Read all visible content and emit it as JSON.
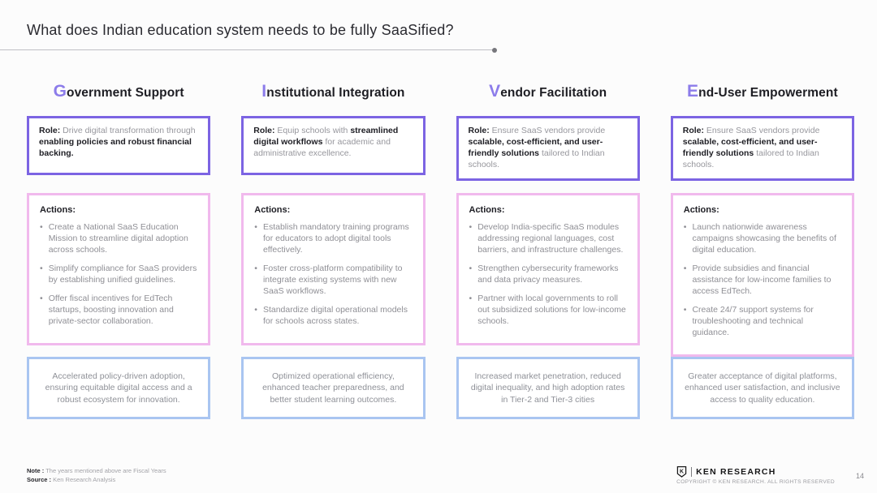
{
  "slide": {
    "title": "What does Indian education system needs to be fully SaaSified?",
    "page_number": "14"
  },
  "misc": {
    "bullet": "•"
  },
  "colors": {
    "accent_purple_border": "#7c64e3",
    "heading_letter_purple": "#8c7cea",
    "actions_pink_border": "#f1b9ed",
    "outcome_blue_border": "#a9c5f1"
  },
  "columns": [
    {
      "heading": {
        "first": "G",
        "rest": "overnment Support"
      },
      "role": {
        "label": "Role:",
        "lead": "Drive digital transformation through",
        "bold": "enabling policies and robust financial backing.",
        "tail": ""
      },
      "actions": {
        "label": "Actions:",
        "items": [
          "Create a National SaaS Education Mission to streamline digital adoption across schools.",
          "Simplify compliance for SaaS providers by establishing unified guidelines.",
          "Offer fiscal incentives for EdTech startups, boosting innovation and private-sector collaboration."
        ]
      },
      "outcome": "Accelerated policy-driven adoption, ensuring equitable digital access and a robust ecosystem for innovation."
    },
    {
      "heading": {
        "first": "I",
        "rest": "nstitutional Integration"
      },
      "role": {
        "label": "Role:",
        "lead": "Equip schools with",
        "bold": "streamlined digital workflows",
        "tail": "for academic and administrative excellence."
      },
      "actions": {
        "label": "Actions:",
        "items": [
          "Establish mandatory training programs for educators to adopt digital tools effectively.",
          "Foster cross-platform compatibility to integrate existing systems with new SaaS workflows.",
          "Standardize digital operational models for schools across states."
        ]
      },
      "outcome": "Optimized operational efficiency, enhanced teacher preparedness, and better student learning outcomes."
    },
    {
      "heading": {
        "first": "V",
        "rest": "endor Facilitation"
      },
      "role": {
        "label": "Role:",
        "lead": "Ensure SaaS vendors provide",
        "bold": "scalable, cost-efficient, and user-friendly solutions",
        "tail": "tailored to Indian schools."
      },
      "actions": {
        "label": "Actions:",
        "items": [
          "Develop India-specific SaaS modules addressing regional languages, cost barriers, and infrastructure challenges.",
          "Strengthen cybersecurity frameworks and data privacy measures.",
          "Partner with local governments to roll out subsidized solutions for low-income schools."
        ]
      },
      "outcome": "Increased market penetration, reduced digital inequality, and high adoption rates in Tier-2 and Tier-3 cities"
    },
    {
      "heading": {
        "first": "E",
        "rest": "nd-User Empowerment"
      },
      "role": {
        "label": "Role:",
        "lead": "Ensure SaaS vendors provide",
        "bold": "scalable, cost-efficient, and user-friendly solutions",
        "tail": "tailored to Indian schools."
      },
      "actions": {
        "label": "Actions:",
        "items": [
          "Launch nationwide awareness campaigns showcasing the benefits of digital education.",
          "Provide subsidies and financial assistance for low-income families to access EdTech.",
          "Create 24/7 support systems for troubleshooting and technical guidance."
        ]
      },
      "outcome": "Greater acceptance of digital platforms, enhanced user satisfaction, and inclusive access to quality education."
    }
  ],
  "footer": {
    "note_label": "Note :",
    "note": "The years mentioned above are Fiscal Years",
    "source_label": "Source :",
    "source": "Ken Research Analysis",
    "brand": "KEN RESEARCH",
    "copyright": "COPYRIGHT © KEN RESEARCH. ALL RIGHTS RESERVED"
  }
}
